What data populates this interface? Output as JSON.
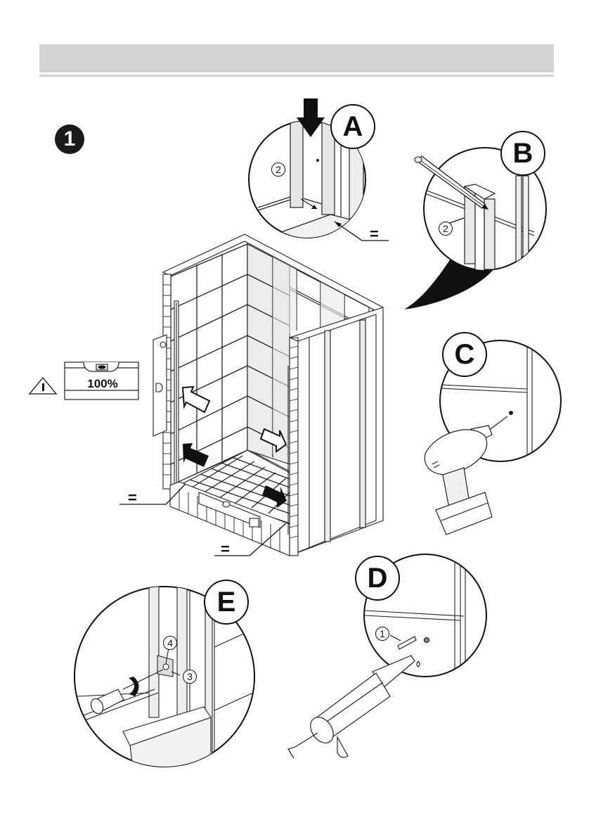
{
  "page": {
    "header_bar_color": "#d2d3d4",
    "step_number": "1"
  },
  "details": [
    {
      "letter": "A",
      "description": "Frame profile pressed down, equal spacing",
      "part_callout": "2",
      "equal_mark": "="
    },
    {
      "letter": "B",
      "description": "Mark drill holes with pencil on profile",
      "part_callout": "2"
    },
    {
      "letter": "C",
      "description": "Drill holes at marked positions"
    },
    {
      "letter": "D",
      "description": "Insert wall plug with sealant",
      "part_callout": "1"
    },
    {
      "letter": "E",
      "description": "Screw fixing plate with screwdriver",
      "part_callouts": [
        "4",
        "3"
      ]
    }
  ],
  "main_view": {
    "equal_marks": [
      "=",
      "="
    ]
  },
  "level": {
    "label": "100%",
    "warning_icon": "warning-triangle-icon",
    "warning_glyph": "!"
  },
  "icons": [
    "down-arrow-icon",
    "pencil-icon",
    "drill-icon",
    "caulking-gun-icon",
    "screwdriver-icon",
    "spirit-level-icon",
    "rotate-arrow-icon"
  ]
}
